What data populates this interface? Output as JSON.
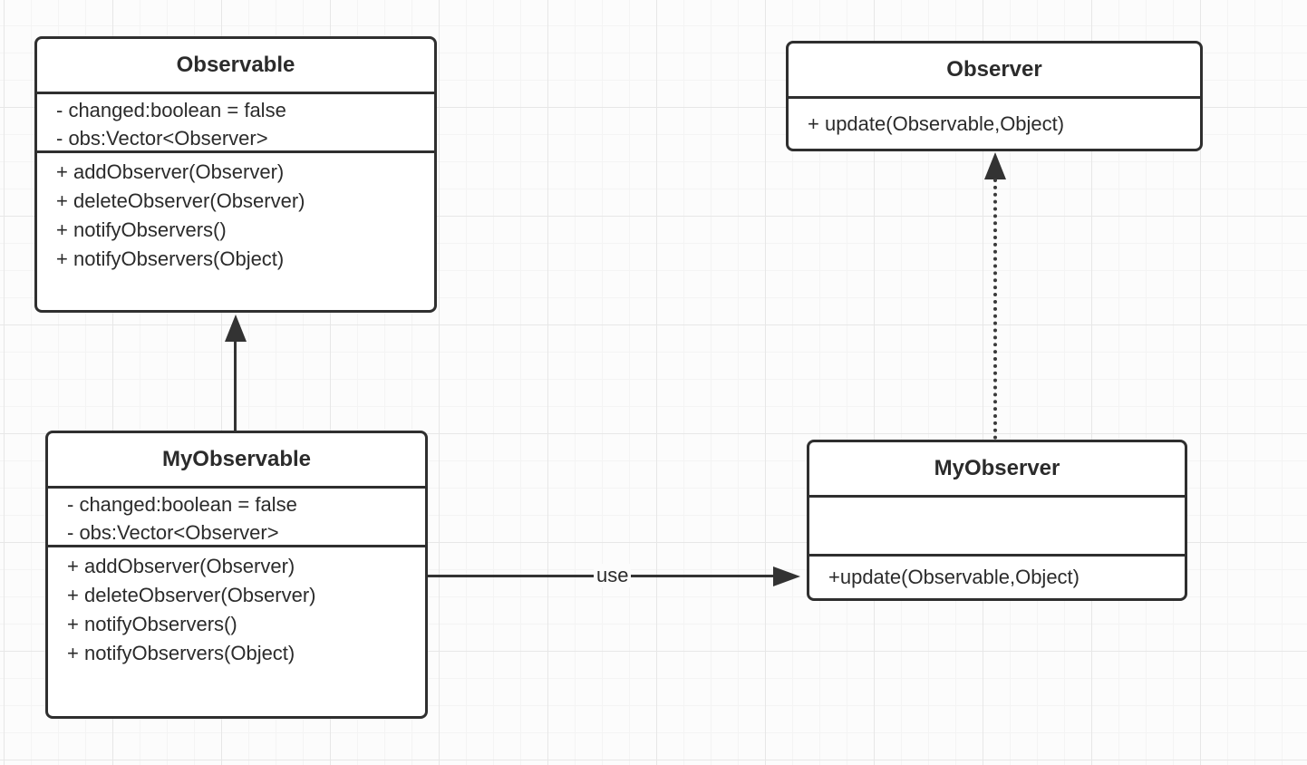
{
  "colors": {
    "box_border": "#2f2f2f",
    "box_fill": "#ffffff",
    "text": "#2b2b2b",
    "arrow": "#333333",
    "grid_minor": "#f4f4f4",
    "grid_major": "#e7e7e7",
    "canvas_background": "#fcfcfc"
  },
  "classes": {
    "observable": {
      "name": "Observable",
      "attributes": [
        "- changed:boolean = false",
        "- obs:Vector<Observer>"
      ],
      "methods": [
        "+ addObserver(Observer)",
        "+ deleteObserver(Observer)",
        "+ notifyObservers()",
        "+ notifyObservers(Object)"
      ]
    },
    "observer": {
      "name": "Observer",
      "methods": [
        "+ update(Observable,Object)"
      ]
    },
    "my_observable": {
      "name": "MyObservable",
      "attributes": [
        "- changed:boolean = false",
        "- obs:Vector<Observer>"
      ],
      "methods": [
        "+ addObserver(Observer)",
        "+ deleteObserver(Observer)",
        "+ notifyObservers()",
        "+ notifyObservers(Object)"
      ]
    },
    "my_observer": {
      "name": "MyObserver",
      "methods": [
        "+update(Observable,Object)"
      ]
    }
  },
  "relationships": {
    "generalization": {
      "from": "MyObservable",
      "to": "Observable"
    },
    "realization": {
      "from": "MyObserver",
      "to": "Observer"
    },
    "dependency": {
      "from": "MyObservable",
      "to": "MyObserver",
      "label": "use"
    }
  }
}
